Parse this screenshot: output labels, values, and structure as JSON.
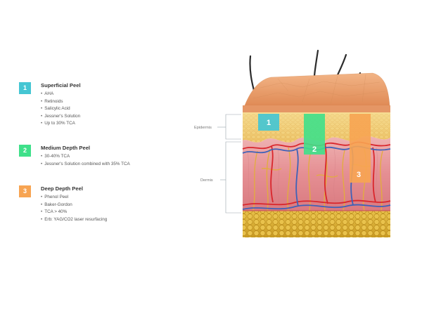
{
  "peels": [
    {
      "number": "1",
      "title": "Superficial Peel",
      "color": "#45c6d3",
      "items": [
        "AHA",
        "Retinoids",
        "Salicylic Acid",
        "Jessner's Solution",
        "Up to 30% TCA"
      ]
    },
    {
      "number": "2",
      "title": "Medium Depth Peel",
      "color": "#3fe08a",
      "items": [
        "30-40% TCA",
        "Jessner's Solution combined with 35% TCA"
      ]
    },
    {
      "number": "3",
      "title": "Deep Depth Peel",
      "color": "#f7a452",
      "items": [
        "Phenol Peel",
        "Baker-Gordon",
        "TCA > 40%",
        "Erb: YAG/CO2 laser resurfacing"
      ]
    }
  ],
  "layers": {
    "epidermis": "Epidermis",
    "dermis": "Dermis"
  },
  "colors": {
    "skin_surface": "#e8a06c",
    "epidermis": "#f2cf7a",
    "dermis": "#e99a9a",
    "fat": "#e0b43a",
    "artery": "#d9262c",
    "vein": "#3e62b8",
    "nerve": "#d9a43a"
  }
}
